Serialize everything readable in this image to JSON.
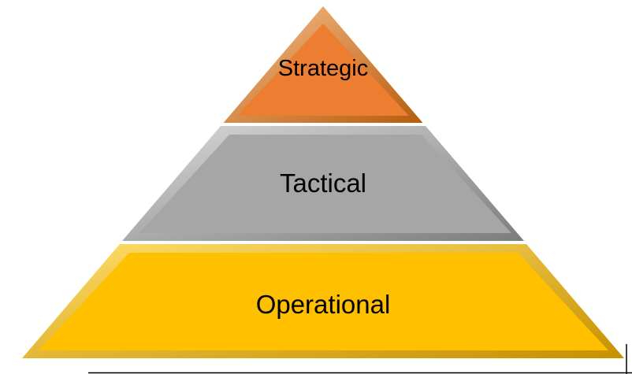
{
  "diagram": {
    "type": "pyramid",
    "background_color": "#ffffff",
    "text_color": "#000000",
    "levels": [
      {
        "label": "Strategic",
        "color": "#ED7D31",
        "edge_light": "#F9BE8B",
        "edge_dark": "#B65D0E"
      },
      {
        "label": "Tactical",
        "color": "#A6A6A6",
        "edge_light": "#D9D9D9",
        "edge_dark": "#7D7D7D"
      },
      {
        "label": "Operational",
        "color": "#FFC000",
        "edge_light": "#FFDE6B",
        "edge_dark": "#C79100"
      }
    ]
  }
}
